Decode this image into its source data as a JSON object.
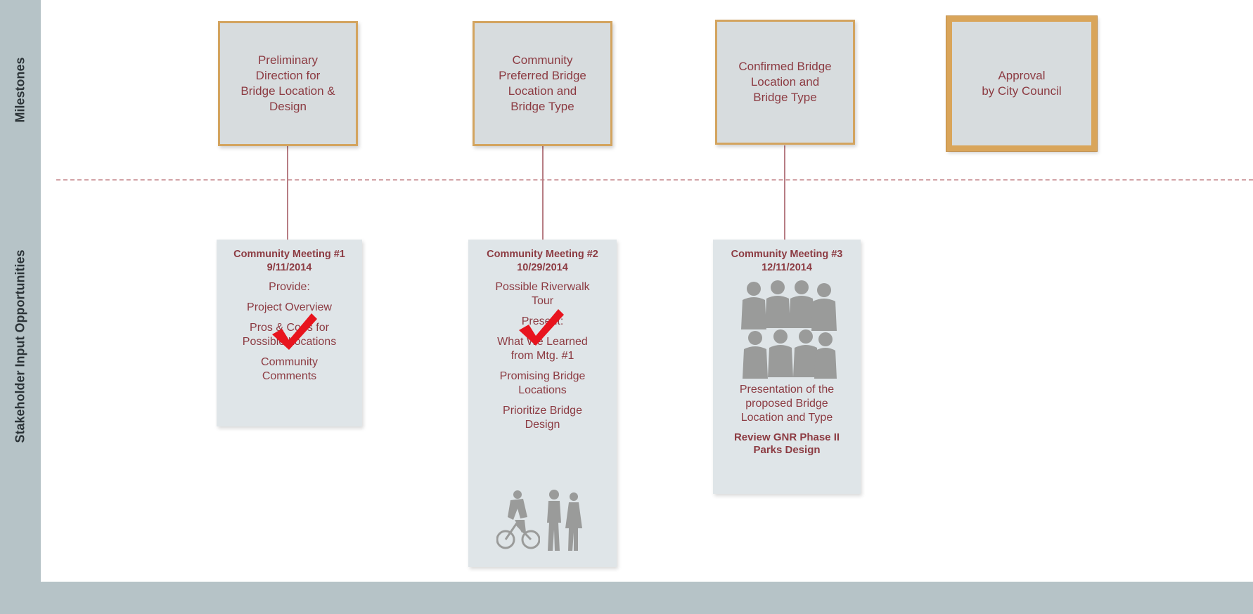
{
  "side_labels": {
    "milestones": "Milestones",
    "stakeholder": "Stakeholder Input Opportunities"
  },
  "milestones": [
    {
      "text": "Preliminary\nDirection for\nBridge Location &\nDesign"
    },
    {
      "text": "Community\nPreferred Bridge\nLocation and\nBridge Type"
    },
    {
      "text": "Confirmed Bridge\nLocation and\nBridge Type"
    },
    {
      "text": "Approval\nby City Council"
    }
  ],
  "meetings": [
    {
      "title": "Community Meeting #1",
      "date": "9/11/2014",
      "lines": [
        "Provide:",
        "Project Overview",
        "Pros & Cons for\nPossible Locations",
        "Community\nComments"
      ]
    },
    {
      "title": "Community Meeting #2",
      "date": "10/29/2014",
      "lines": [
        "Possible Riverwalk\nTour",
        "Present:",
        "What We Learned\nfrom Mtg. #1",
        "Promising Bridge\nLocations",
        "Prioritize Bridge\nDesign"
      ]
    },
    {
      "title": "Community Meeting #3",
      "date": "12/11/2014",
      "lines": [
        "Presentation of the\nproposed Bridge\nLocation and Type",
        "Review GNR Phase II\nParks Design"
      ]
    }
  ],
  "colors": {
    "accent_text": "#8c3b42",
    "milestone_border": "#d3a45f",
    "check_mark": "#e8141e",
    "icon_gray": "#9a9b9a"
  },
  "icons": [
    "check-mark-icon",
    "audience-icon",
    "cyclist-icon",
    "walking-couple-icon"
  ]
}
